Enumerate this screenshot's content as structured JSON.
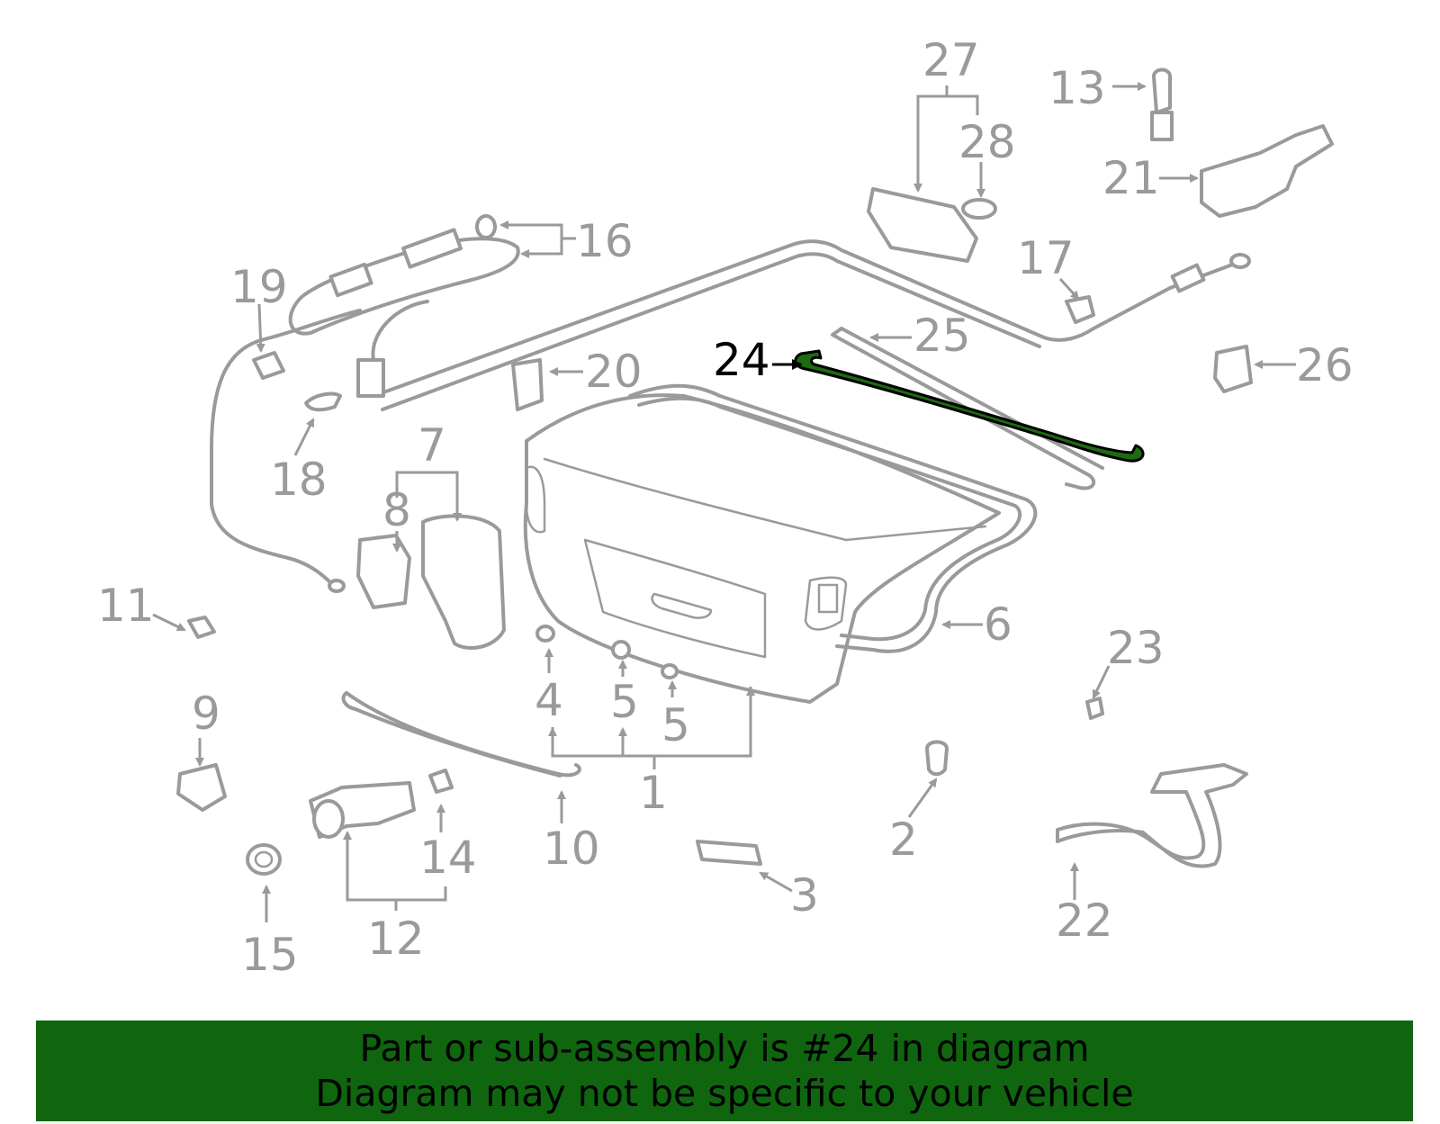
{
  "diagram": {
    "callouts": [
      "1",
      "2",
      "3",
      "4",
      "5",
      "5",
      "6",
      "7",
      "8",
      "9",
      "10",
      "11",
      "12",
      "13",
      "14",
      "15",
      "16",
      "17",
      "18",
      "19",
      "20",
      "21",
      "22",
      "23",
      "24",
      "25",
      "26",
      "27",
      "28"
    ],
    "highlighted_part": "24",
    "highlight_color": "#1e6b12",
    "line_color": "#9a9a9a"
  },
  "banner": {
    "line1": "Part or sub-assembly is #24 in diagram",
    "line2": "Diagram may not be specific to your vehicle",
    "background": "#0f660f"
  }
}
